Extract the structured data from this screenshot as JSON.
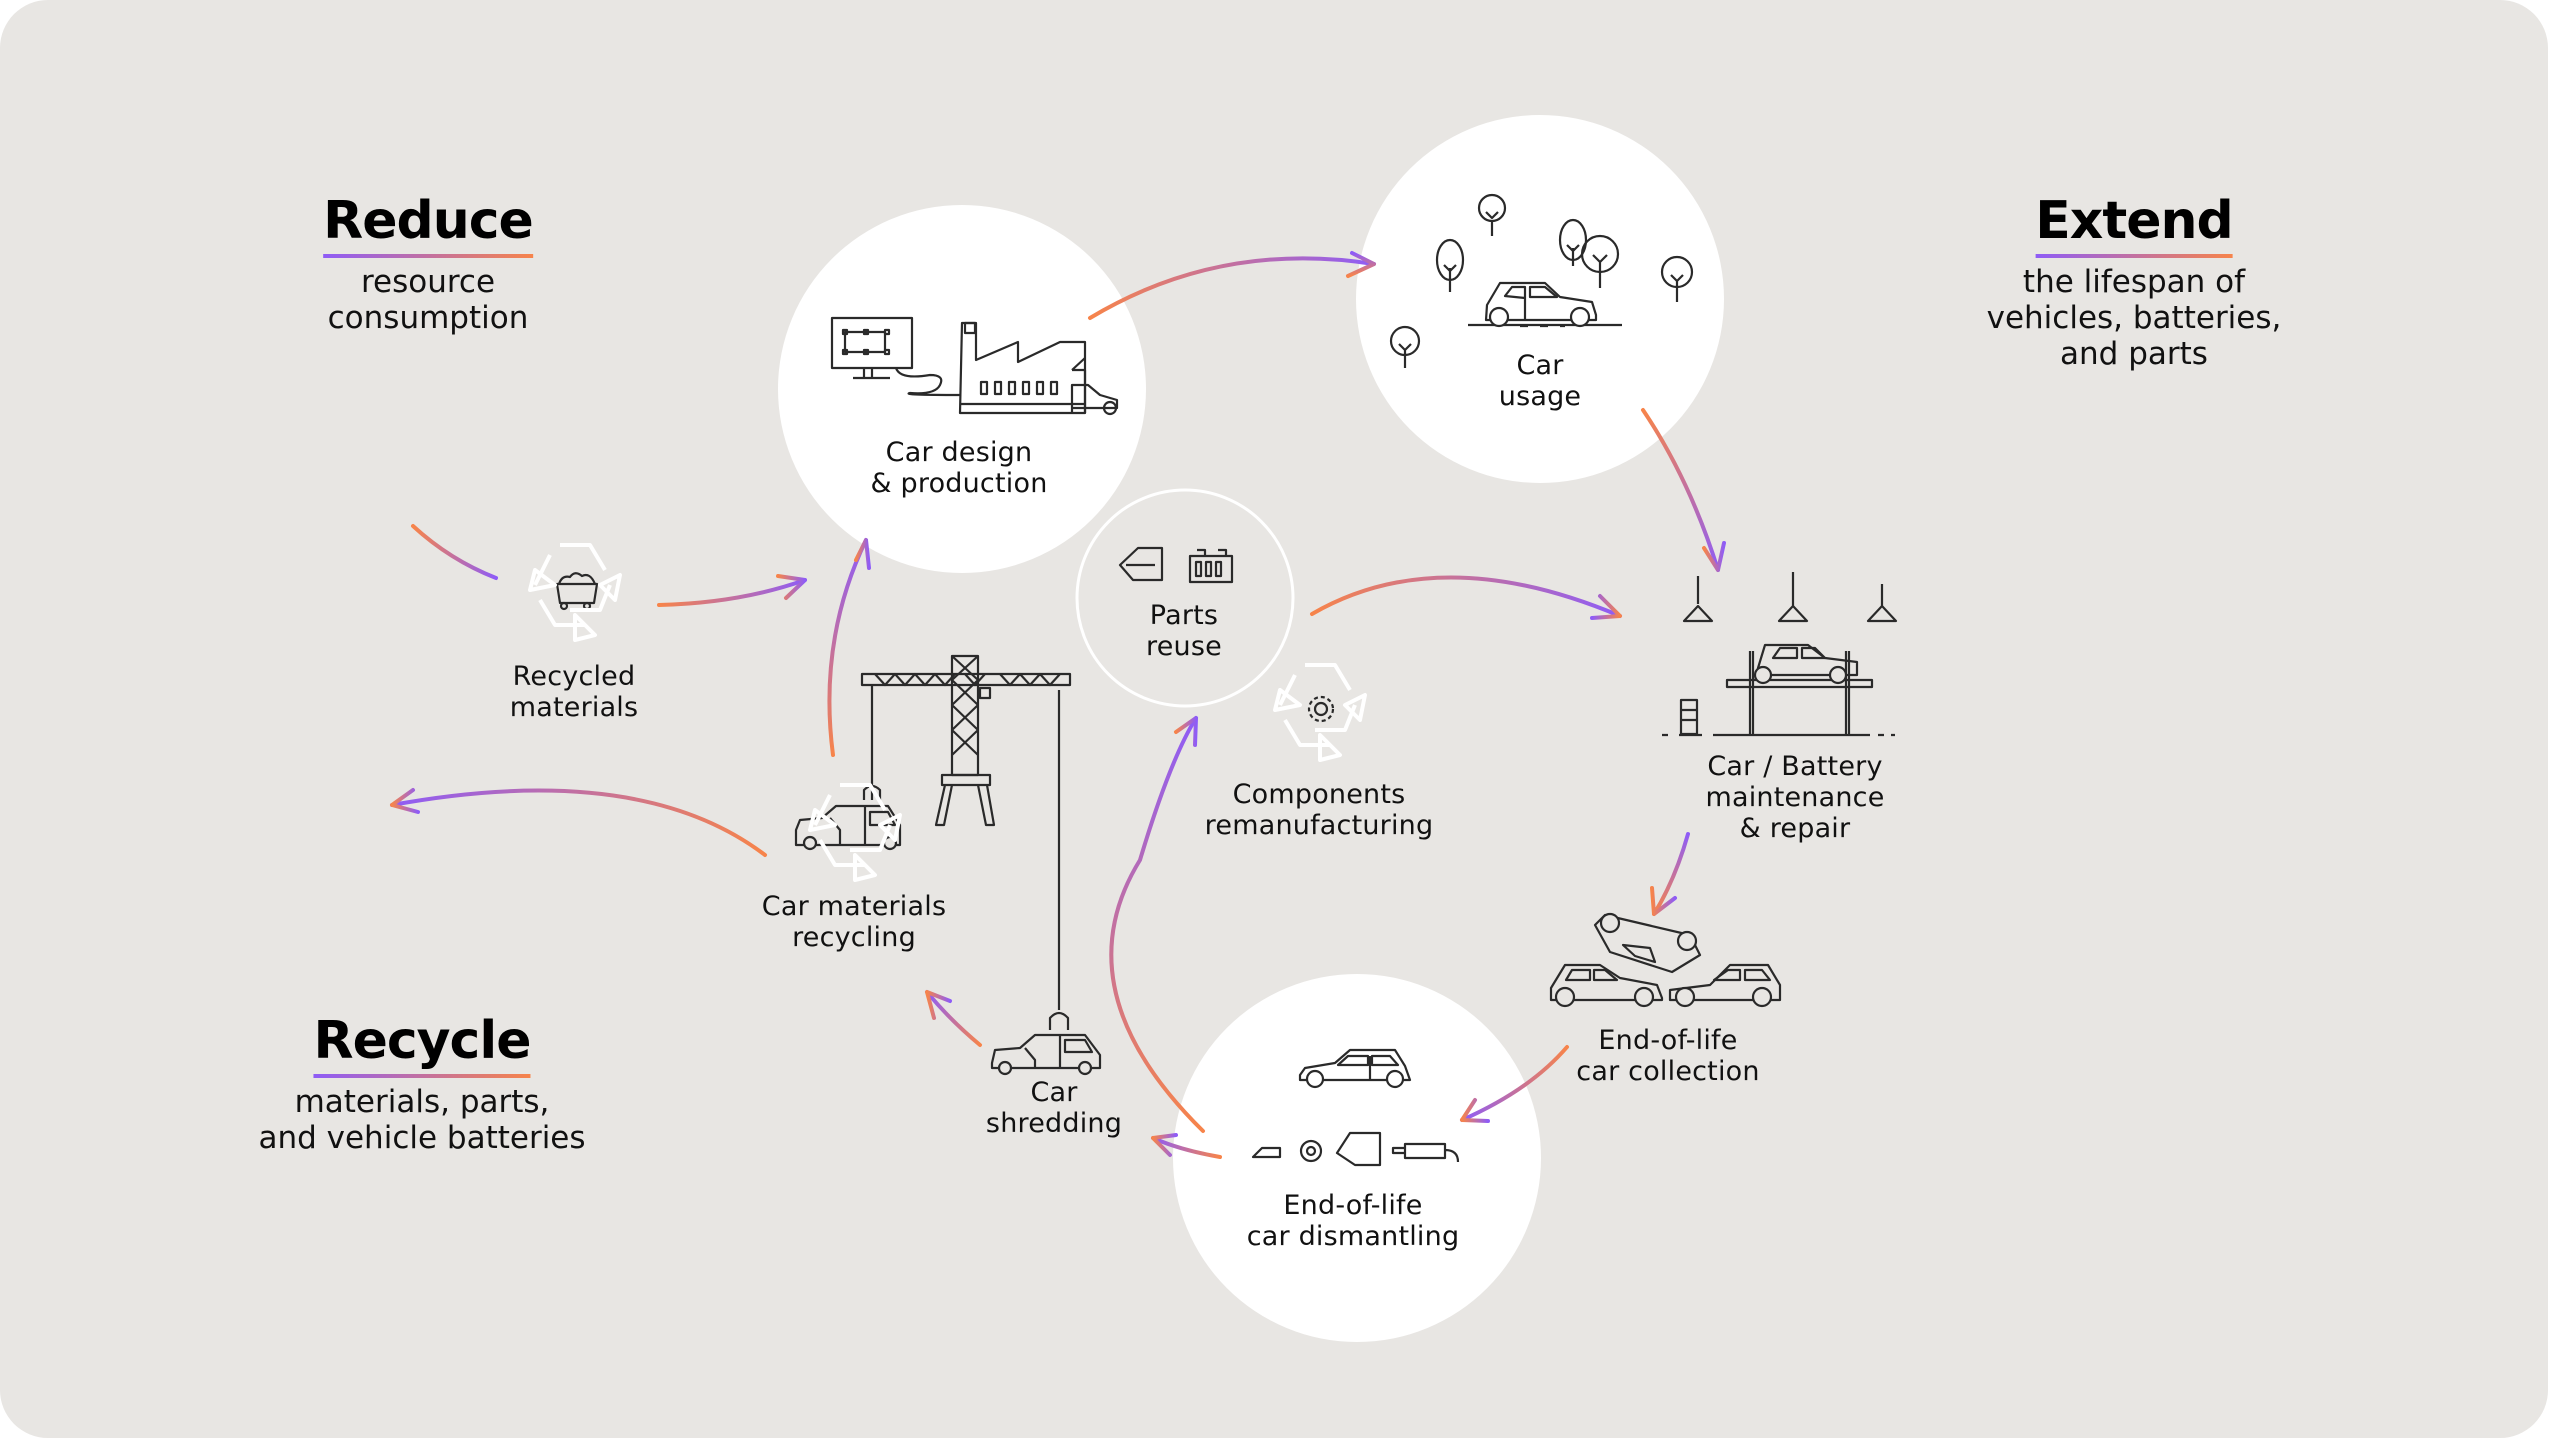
{
  "colors": {
    "background": "#e8e6e3",
    "circle_fill": "#ffffff",
    "arrow_start": "#f7844a",
    "arrow_end": "#8e5cf7",
    "line": "#2a2a2a"
  },
  "headers": {
    "reduce": {
      "title": "Reduce",
      "sub_lines": [
        "resource",
        "consumption"
      ]
    },
    "extend": {
      "title": "Extend",
      "sub_lines": [
        "the lifespan of",
        "vehicles, batteries,",
        "and parts"
      ]
    },
    "recycle": {
      "title": "Recycle",
      "sub_lines": [
        "materials, parts,",
        "and vehicle batteries"
      ]
    }
  },
  "nodes": {
    "car_design": {
      "lines": [
        "Car design",
        "& production"
      ],
      "icon": "factory-icon"
    },
    "car_usage": {
      "lines": [
        "Car",
        "usage"
      ],
      "icon": "car-trees-icon"
    },
    "maintenance": {
      "lines": [
        "Car / Battery",
        "maintenance",
        "& repair"
      ],
      "icon": "car-lift-icon"
    },
    "collection": {
      "lines": [
        "End-of-life",
        "car collection"
      ],
      "icon": "car-pile-icon"
    },
    "dismantling": {
      "lines": [
        "End-of-life",
        "car dismantling"
      ],
      "icon": "car-parts-icon"
    },
    "shredding": {
      "lines": [
        "Car",
        "shredding"
      ],
      "icon": "magnet-car-icon"
    },
    "materials_recycling": {
      "lines": [
        "Car materials",
        "recycling"
      ],
      "icon": "crane-car-icon"
    },
    "recycled_materials": {
      "lines": [
        "Recycled",
        "materials"
      ],
      "icon": "recycle-cart-icon"
    },
    "parts_reuse": {
      "lines": [
        "Parts",
        "reuse"
      ],
      "icon": "door-battery-icon"
    },
    "remanufacturing": {
      "lines": [
        "Components",
        "remanufacturing"
      ],
      "icon": "recycle-gear-icon"
    }
  }
}
